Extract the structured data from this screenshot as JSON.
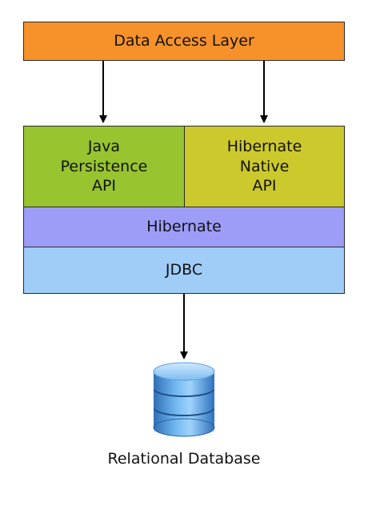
{
  "diagram": {
    "data_access_layer": "Data Access Layer",
    "jpa": "Java\nPersistence\nAPI",
    "hibernate_native": "Hibernate\nNative\nAPI",
    "hibernate": "Hibernate",
    "jdbc": "JDBC",
    "database_label": "Relational Database",
    "icons": {
      "database": "database-icon"
    },
    "colors": {
      "data_access_layer": "#f7922a",
      "jpa": "#97c42f",
      "hibernate_native": "#ccc92c",
      "hibernate": "#9d9df8",
      "jdbc": "#a0ccf8",
      "database": "#3a8fd6"
    }
  }
}
